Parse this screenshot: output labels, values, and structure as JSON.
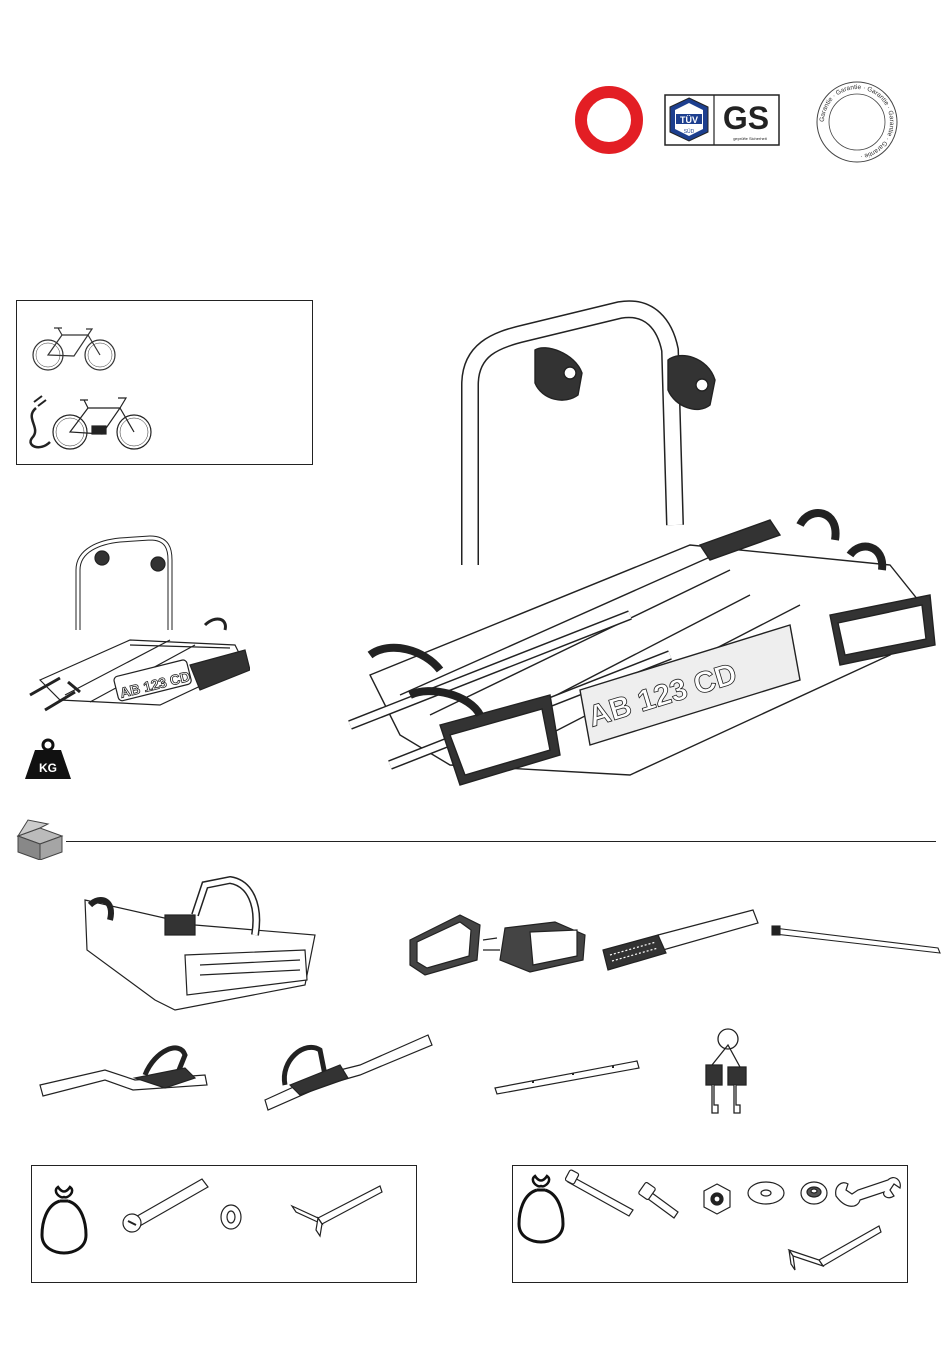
{
  "header": {
    "tuv_label": "TÜV",
    "tuv_sub": "SÜD",
    "gs_label": "GS",
    "gs_caption": "geprüfte Sicherheit",
    "seal_text": "Garantie · Garantie · Garantie · Garantie · Garantie ·",
    "accent_red": "#e31e24",
    "tuv_blue": "#1d3f8f"
  },
  "product": {
    "plate_main": "AB 123 CD",
    "plate_small": "AB 123 CD",
    "weight_label": "KG"
  },
  "icons": {
    "speed_limit": "speed-limit-sign-icon",
    "bicycle": "bicycle-icon",
    "ebike": "ebike-plug-icon",
    "weight": "weight-icon",
    "box": "package-box-icon",
    "bag": "parts-bag-icon"
  }
}
